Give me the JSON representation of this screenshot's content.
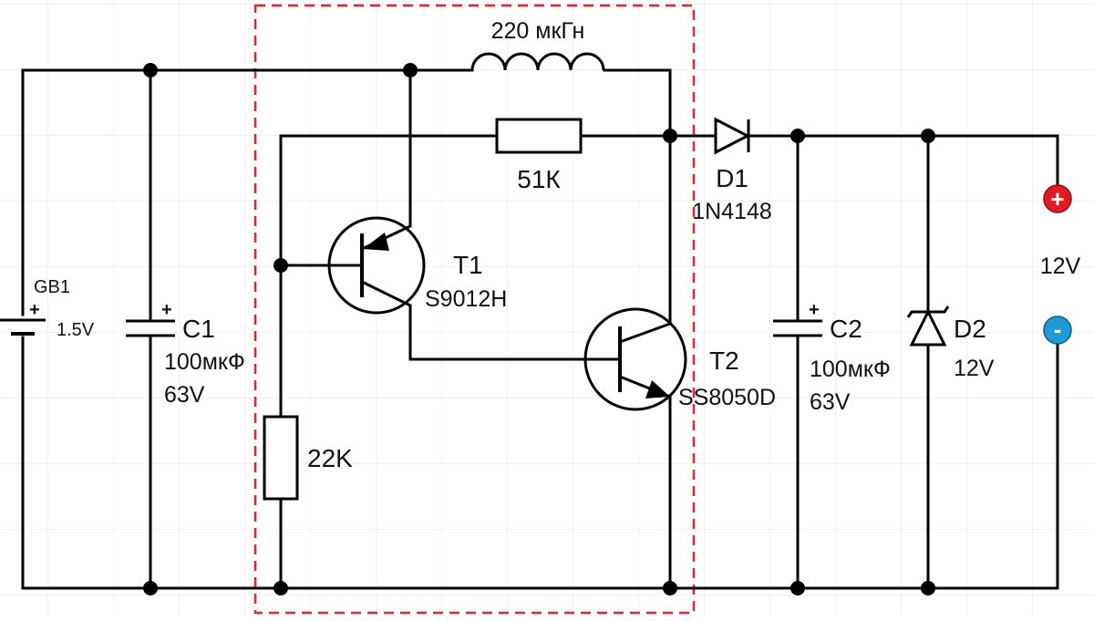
{
  "colors": {
    "wire": "#000000",
    "highlight_box": "#e8242a",
    "grid": "#e3e3e3",
    "terminal_positive": "#e21b23",
    "terminal_negative": "#1e9ad6"
  },
  "components": {
    "battery": {
      "name": "GB1",
      "value": "1.5V",
      "polarity": "+"
    },
    "c1": {
      "name": "C1",
      "value": "100мкФ",
      "voltage": "63V",
      "polarity": "+"
    },
    "inductor": {
      "value": "220 мкГн"
    },
    "r1": {
      "value": "51К"
    },
    "r2": {
      "value": "22K"
    },
    "t1": {
      "name": "T1",
      "part": "S9012H"
    },
    "t2": {
      "name": "T2",
      "part": "SS8050D"
    },
    "d1": {
      "name": "D1",
      "part": "1N4148"
    },
    "c2": {
      "name": "C2",
      "value": "100мкФ",
      "voltage": "63V",
      "polarity": "+"
    },
    "d2": {
      "name": "D2",
      "value": "12V"
    }
  },
  "output": {
    "voltage": "12V",
    "positive_sign": "+",
    "negative_sign": "-"
  }
}
